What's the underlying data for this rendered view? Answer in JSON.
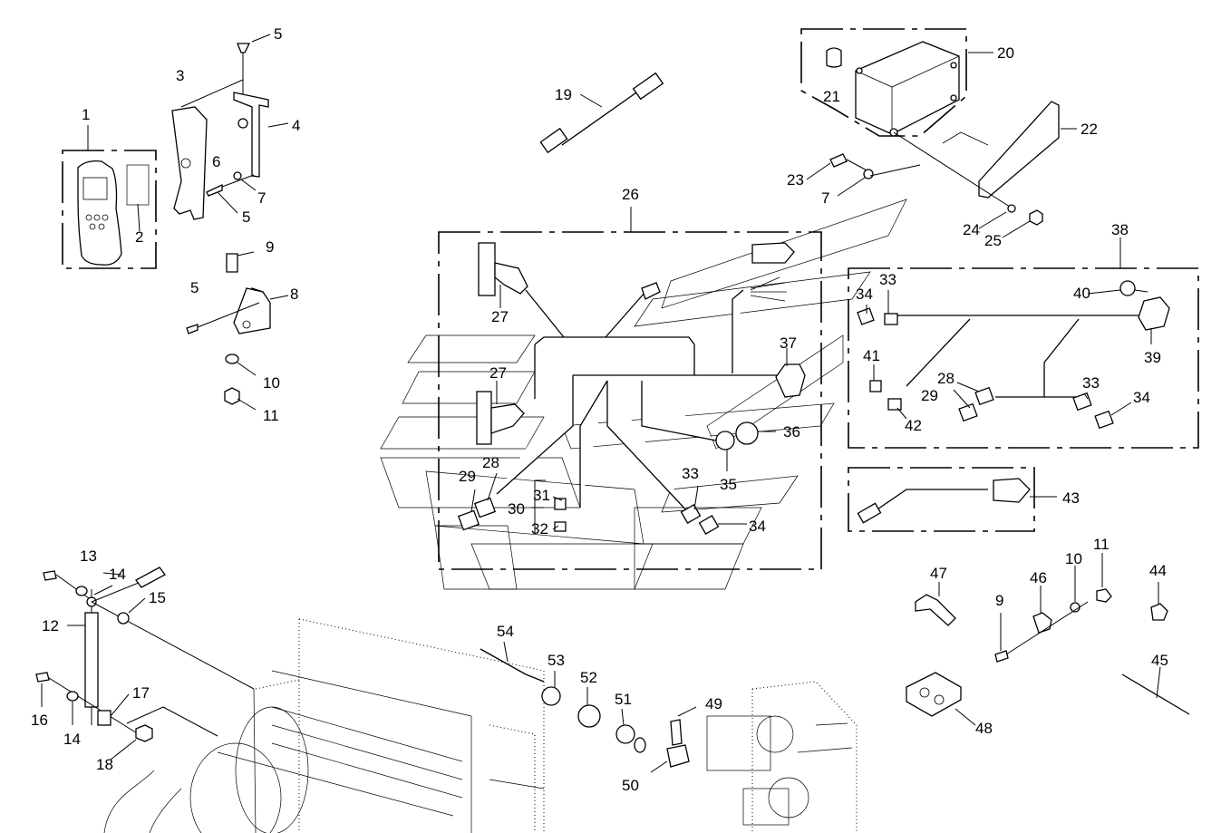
{
  "callouts": {
    "c1": "1",
    "c2": "2",
    "c3": "3",
    "c4": "4",
    "c5a": "5",
    "c5b": "5",
    "c5c": "5",
    "c6": "6",
    "c7a": "7",
    "c7b": "7",
    "c8": "8",
    "c9a": "9",
    "c9b": "9",
    "c10a": "10",
    "c10b": "10",
    "c11a": "11",
    "c11b": "11",
    "c12": "12",
    "c13": "13",
    "c14a": "14",
    "c14b": "14",
    "c15": "15",
    "c16": "16",
    "c17": "17",
    "c18": "18",
    "c19": "19",
    "c20": "20",
    "c21": "21",
    "c22": "22",
    "c23": "23",
    "c24": "24",
    "c25": "25",
    "c26": "26",
    "c27a": "27",
    "c27b": "27",
    "c28a": "28",
    "c28b": "28",
    "c29a": "29",
    "c29b": "29",
    "c30": "30",
    "c31": "31",
    "c32": "32",
    "c33a": "33",
    "c33b": "33",
    "c33c": "33",
    "c34a": "34",
    "c34b": "34",
    "c34c": "34",
    "c35": "35",
    "c36": "36",
    "c37": "37",
    "c38": "38",
    "c39": "39",
    "c40": "40",
    "c41": "41",
    "c42": "42",
    "c43": "43",
    "c44": "44",
    "c45": "45",
    "c46": "46",
    "c47": "47",
    "c48": "48",
    "c49": "49",
    "c50": "50",
    "c51": "51",
    "c52": "52",
    "c53": "53",
    "c54": "54"
  }
}
